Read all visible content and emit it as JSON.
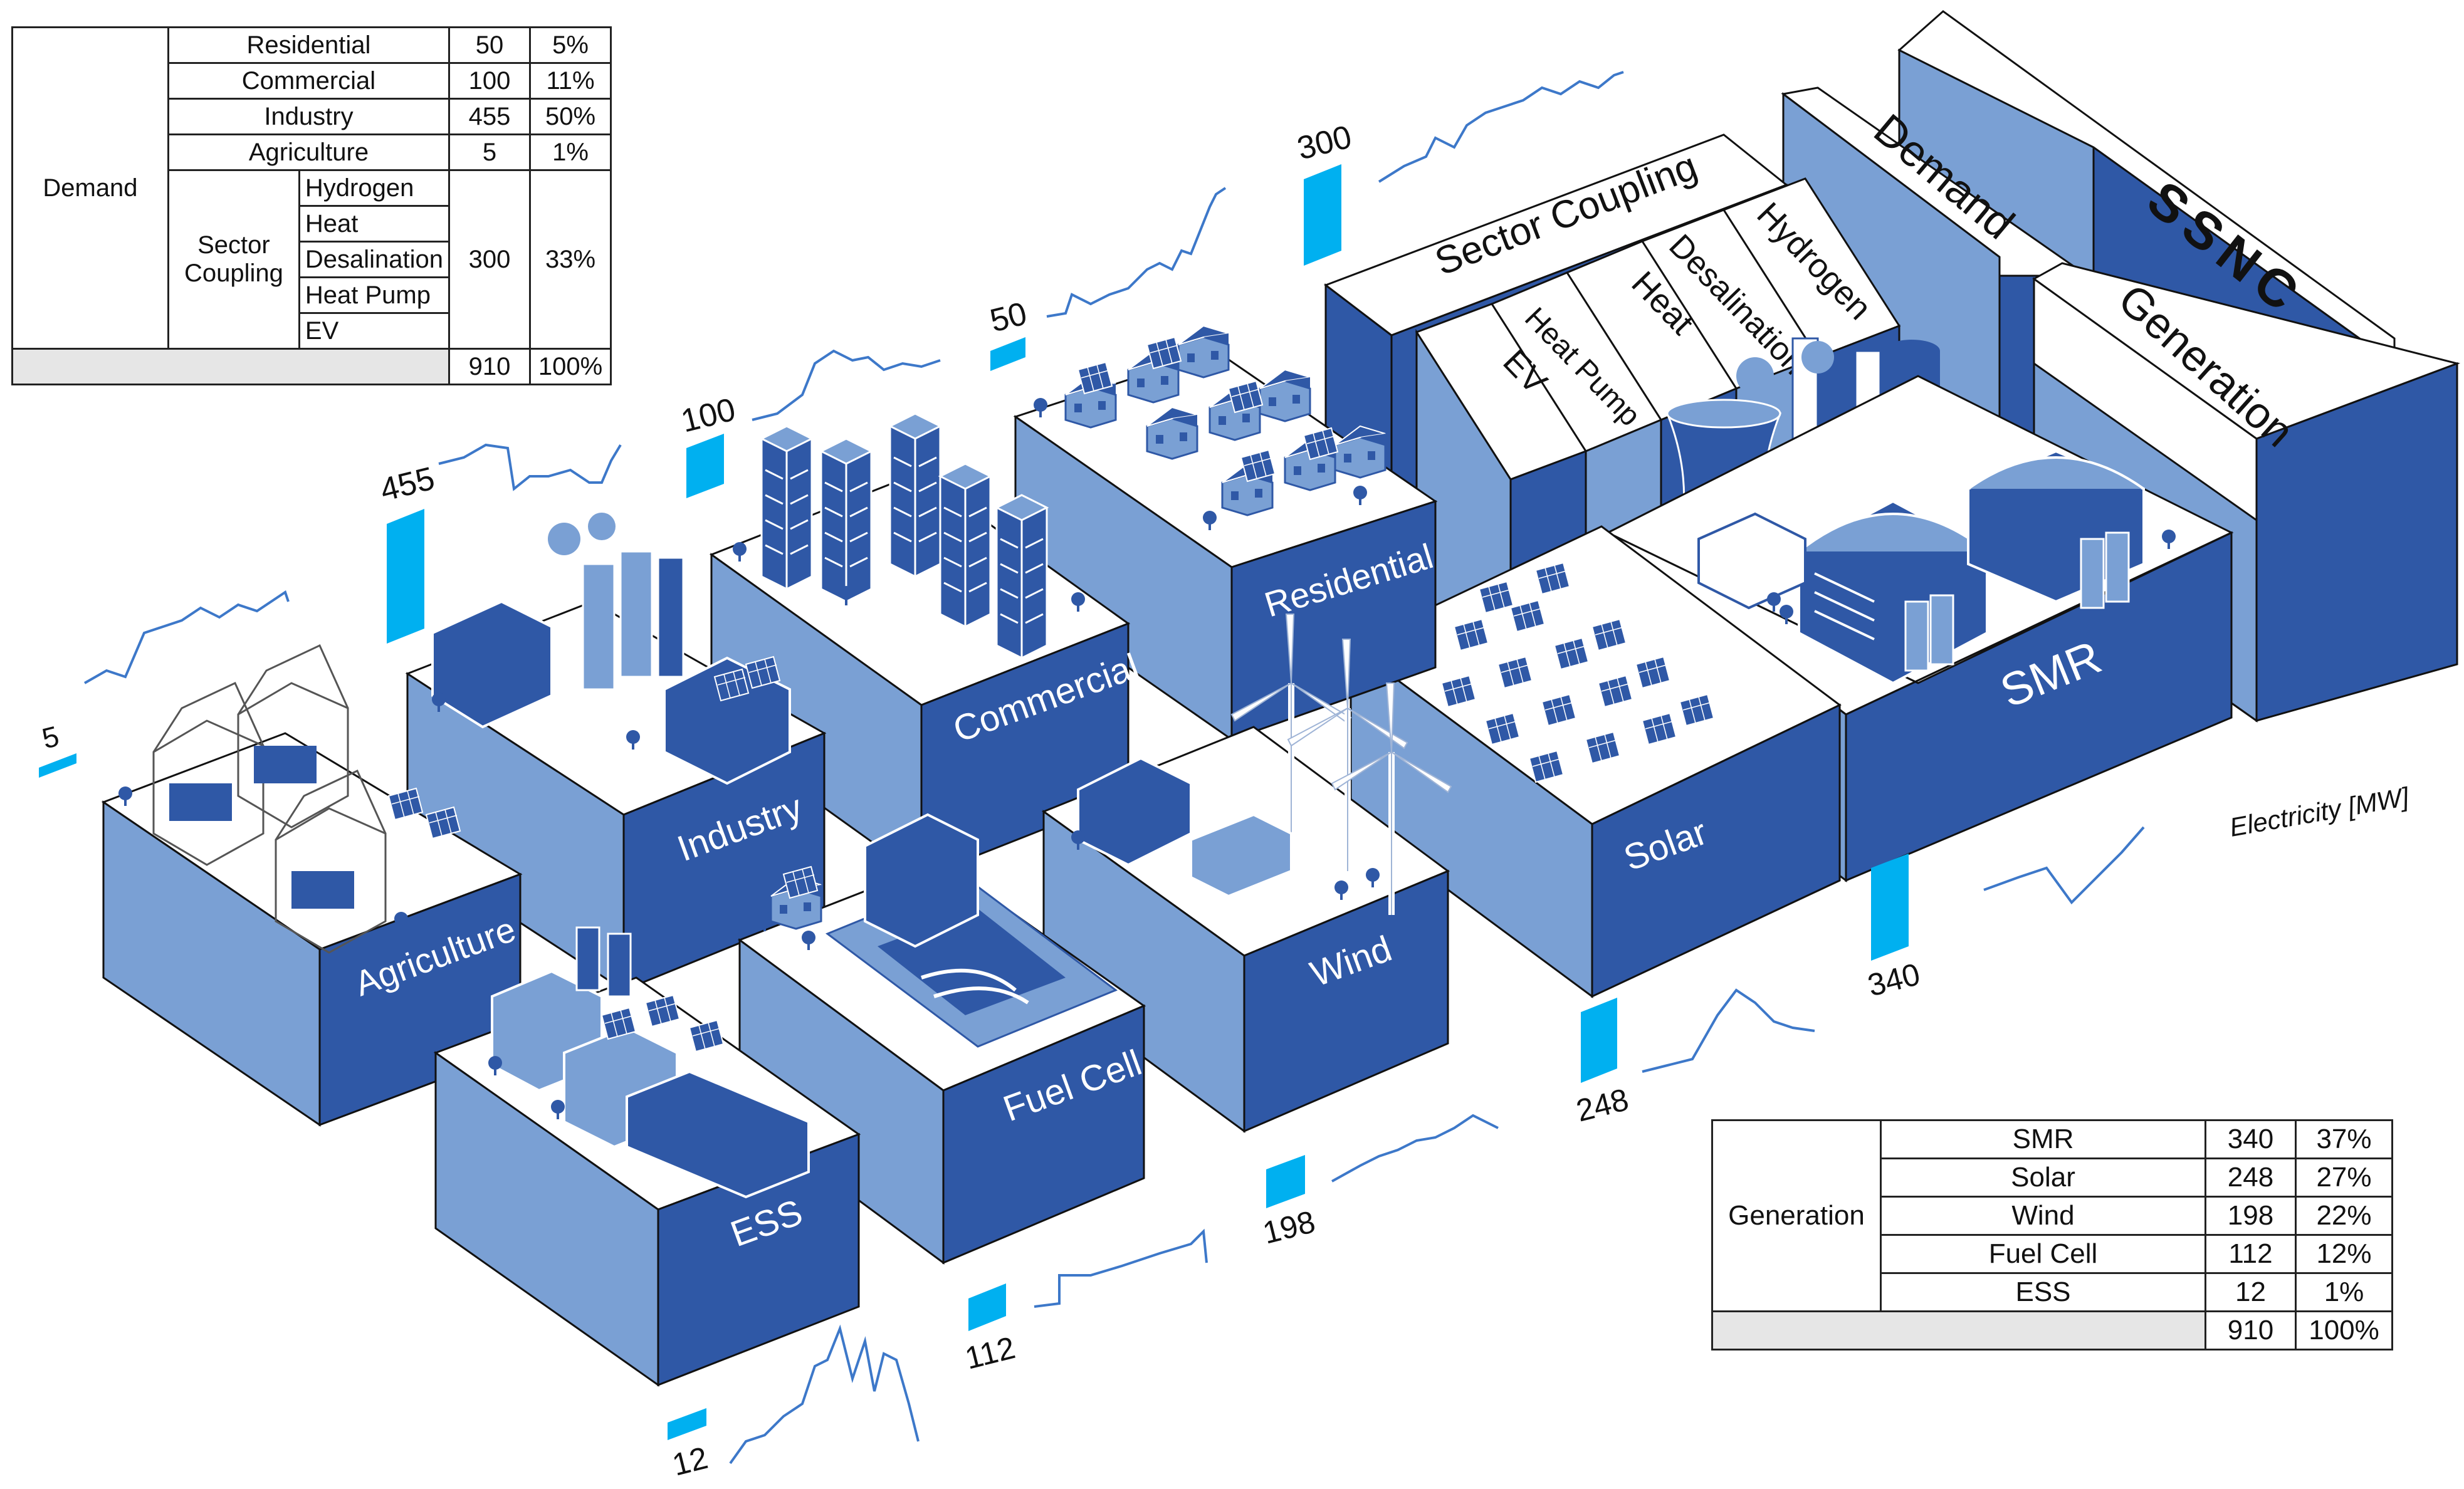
{
  "title": "SSNC",
  "axis_label": "Electricity [MW]",
  "colors": {
    "front": "#2f58a6",
    "side": "#7aa0d4",
    "top": "#ffffff",
    "bar": "#00b0f0",
    "line": "#3d78c9"
  },
  "blocks": {
    "agriculture": "Agriculture",
    "industry": "Industry",
    "commercial": "Commercial",
    "residential": "Residential",
    "ess": "ESS",
    "fuel_cell": "Fuel Cell",
    "wind": "Wind",
    "solar": "Solar",
    "smr": "SMR"
  },
  "tall_blocks": {
    "sector_coupling": "Sector Coupling",
    "ev": "EV",
    "heat_pump": "Heat Pump",
    "heat": "Heat",
    "desalination": "Desalination",
    "hydrogen": "Hydrogen",
    "demand": "Demand",
    "generation": "Generation",
    "ssnc": "SSNC"
  },
  "bar_values": {
    "agriculture": "5",
    "industry": "455",
    "commercial": "100",
    "residential": "50",
    "sector_coupling": "300",
    "ess": "12",
    "fuel_cell": "112",
    "wind": "198",
    "solar": "248",
    "smr": "340"
  },
  "demand_table": {
    "group": "Demand",
    "rows": [
      {
        "label": "Residential",
        "value": "50",
        "share": "5%"
      },
      {
        "label": "Commercial",
        "value": "100",
        "share": "11%"
      },
      {
        "label": "Industry",
        "value": "455",
        "share": "50%"
      },
      {
        "label": "Agriculture",
        "value": "5",
        "share": "1%"
      }
    ],
    "sector_coupling": {
      "label": "Sector Coupling",
      "items": [
        "Hydrogen",
        "Heat",
        "Desalination",
        "Heat Pump",
        "EV"
      ],
      "value": "300",
      "share": "33%"
    },
    "total": {
      "value": "910",
      "share": "100%"
    }
  },
  "generation_table": {
    "group": "Generation",
    "rows": [
      {
        "label": "SMR",
        "value": "340",
        "share": "37%"
      },
      {
        "label": "Solar",
        "value": "248",
        "share": "27%"
      },
      {
        "label": "Wind",
        "value": "198",
        "share": "22%"
      },
      {
        "label": "Fuel Cell",
        "value": "112",
        "share": "12%"
      },
      {
        "label": "ESS",
        "value": "12",
        "share": "1%"
      }
    ],
    "total": {
      "value": "910",
      "share": "100%"
    }
  }
}
